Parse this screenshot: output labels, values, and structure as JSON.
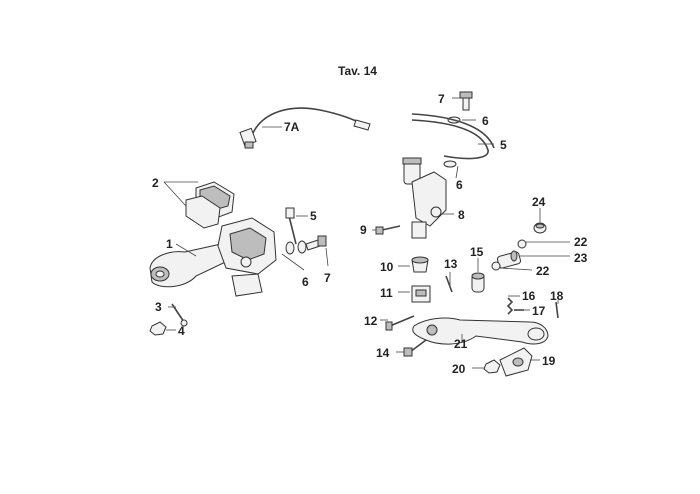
{
  "title": "Tav. 14",
  "callouts": {
    "c2": "2",
    "c1": "1",
    "c3": "3",
    "c4": "4",
    "c5a": "5",
    "c6a": "6",
    "c7a": "7",
    "c7A": "7A",
    "c7b": "7",
    "c6b": "6",
    "c5b": "5",
    "c6c": "6",
    "c8": "8",
    "c9": "9",
    "c10": "10",
    "c11": "11",
    "c12": "12",
    "c13": "13",
    "c14": "14",
    "c15": "15",
    "c16": "16",
    "c17": "17",
    "c18": "18",
    "c19": "19",
    "c20": "20",
    "c21": "21",
    "c22a": "22",
    "c22b": "22",
    "c23": "23",
    "c24": "24"
  },
  "colors": {
    "line": "#333333",
    "text": "#222222",
    "part_fill": "#f2f2f2",
    "shade": "#bdbdbd"
  }
}
